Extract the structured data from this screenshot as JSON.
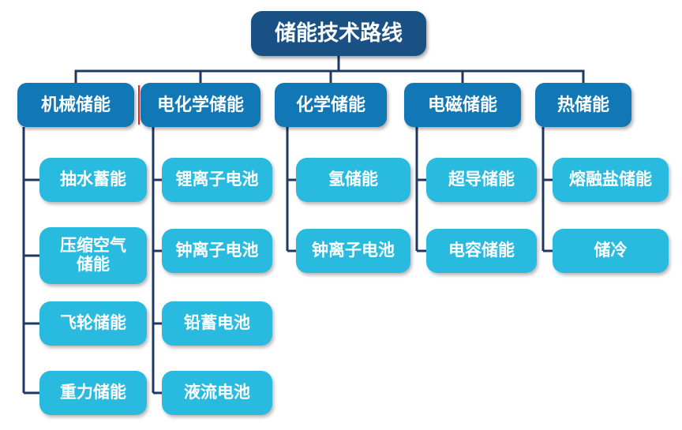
{
  "diagram_title": "储能技术路线",
  "colors": {
    "root_fill": "#1A5184",
    "branch_fill": "#1277B5",
    "leaf_fill": "#29BADF",
    "connector": "#1F3864",
    "text": "#FFFFFF",
    "artifact_red_line": "#EE2222"
  },
  "tree": {
    "root": "储能技术路线",
    "branches": [
      {
        "label": "机械储能",
        "children": [
          "抽水蓄能",
          "压缩空气\n储能",
          "飞轮储能",
          "重力储能"
        ]
      },
      {
        "label": "电化学储能",
        "children": [
          "锂离子电池",
          "钟离子电池",
          "铅蓄电池",
          "液流电池"
        ]
      },
      {
        "label": "化学储能",
        "children": [
          "氢储能",
          "钟离子电池"
        ]
      },
      {
        "label": "电磁储能",
        "children": [
          "超导储能",
          "电容储能"
        ]
      },
      {
        "label": "热储能",
        "children": [
          "熔融盐储能",
          "储冷"
        ]
      }
    ]
  }
}
